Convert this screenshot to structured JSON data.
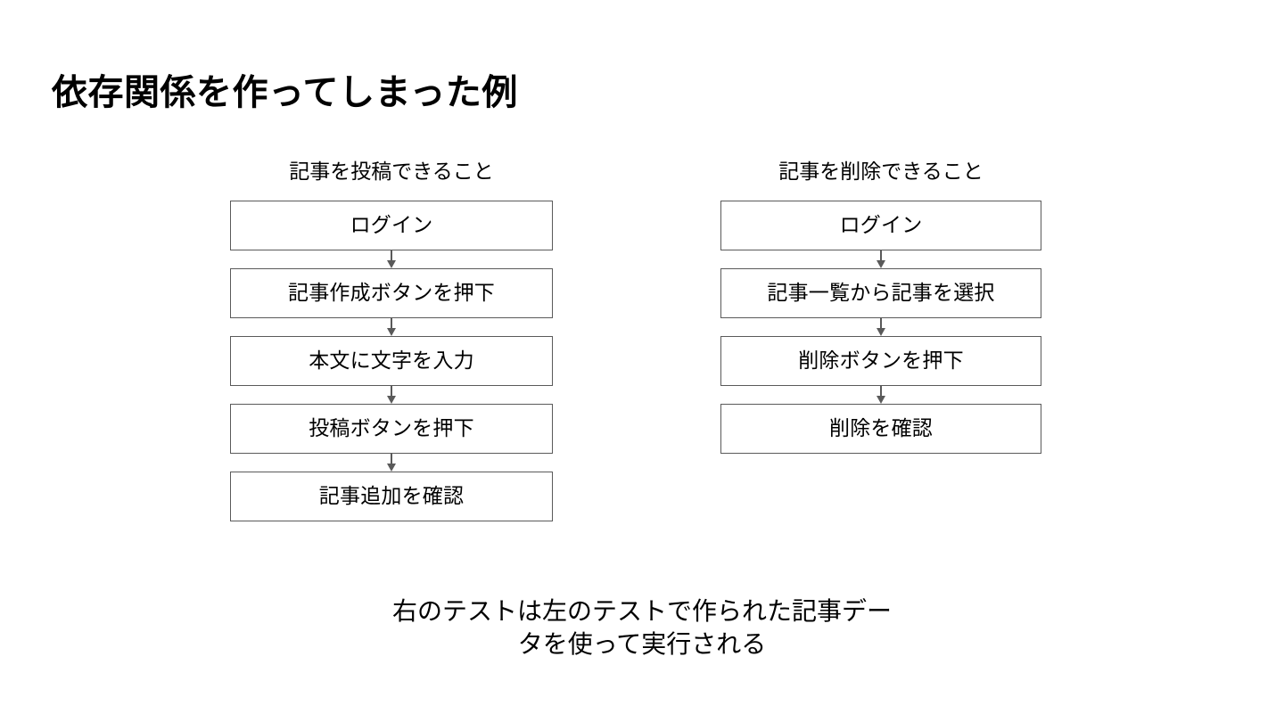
{
  "slide": {
    "title": "依存関係を作ってしまった例",
    "background_color": "#ffffff",
    "text_color": "#000000",
    "box_border_color": "#5a5a5a",
    "arrow_color": "#5a5a5a"
  },
  "columns": [
    {
      "id": "post-article",
      "header": "記事を投稿できること",
      "steps": [
        "ログイン",
        "記事作成ボタンを押下",
        "本文に文字を入力",
        "投稿ボタンを押下",
        "記事追加を確認"
      ]
    },
    {
      "id": "delete-article",
      "header": "記事を削除できること",
      "steps": [
        "ログイン",
        "記事一覧から記事を選択",
        "削除ボタンを押下",
        "削除を確認"
      ]
    }
  ],
  "caption": {
    "line1": "右のテストは左のテストで作られた記事デー",
    "line2": "タを使って実行される",
    "full": "右のテストは左のテストで作られた記事データを使って実行される"
  }
}
